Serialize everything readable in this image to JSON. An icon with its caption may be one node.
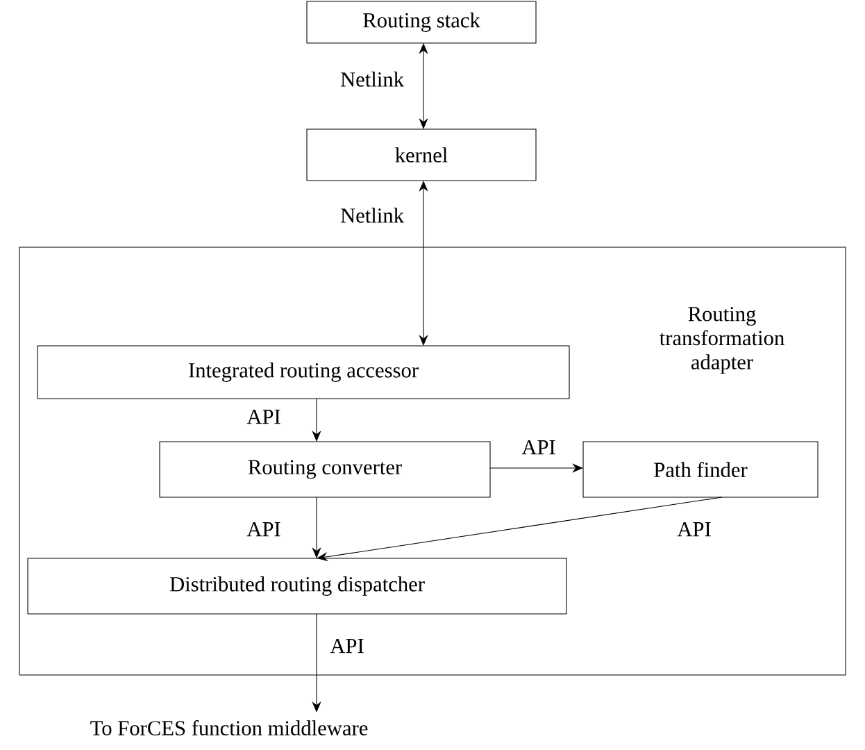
{
  "diagram": {
    "nodes": [
      {
        "text": [
          "Routing stack"
        ]
      },
      {
        "text": [
          "kernel"
        ]
      },
      {
        "text": [
          "Routing transformation adapter"
        ]
      },
      {
        "text": [
          "Integrated routing  accessor"
        ],
        "in": 2
      },
      {
        "text": [
          "Routing converter"
        ],
        "in": 2
      },
      {
        "text": [
          "Path finder"
        ],
        "in": 2
      },
      {
        "text": [
          "Distributed routing dispatcher"
        ],
        "in": 2
      },
      {
        "text": [
          "To ForCES function middleware"
        ]
      }
    ],
    "edges": [
      {
        "from": 0,
        "to": 1,
        "arrow": "both",
        "label": "Netlink"
      },
      {
        "from": 1,
        "to": 3,
        "arrow": "both",
        "label": "Netlink"
      },
      {
        "from": 3,
        "to": 4,
        "arrow": "to",
        "label": "API"
      },
      {
        "from": 4,
        "to": 5,
        "arrow": "to",
        "label": "API"
      },
      {
        "from": 4,
        "to": 6,
        "arrow": "to",
        "label": "API"
      },
      {
        "from": 5,
        "to": 6,
        "arrow": "to",
        "label": "API"
      },
      {
        "from": 6,
        "to": 7,
        "arrow": "to",
        "label": "API"
      }
    ]
  }
}
